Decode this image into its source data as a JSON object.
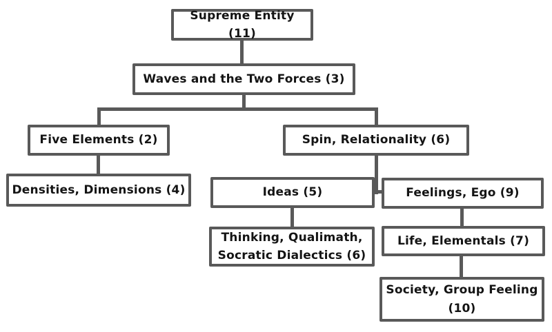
{
  "colors": {
    "line": "#595959",
    "box_border": "#595959",
    "box_fill": "#ffffff",
    "text": "#141414",
    "background": "#ffffff"
  },
  "nodes": {
    "supreme": {
      "label": "Supreme Entity (11)"
    },
    "waves": {
      "label": "Waves and the Two Forces (3)"
    },
    "five": {
      "label": "Five Elements (2)"
    },
    "spin": {
      "label": "Spin, Relationality (6)"
    },
    "densities": {
      "label": "Densities, Dimensions (4)"
    },
    "ideas": {
      "label": "Ideas (5)"
    },
    "feelings": {
      "label": "Feelings, Ego (9)"
    },
    "thinking": {
      "label": "Thinking, Qualimath,\nSocratic Dialectics (6)"
    },
    "life": {
      "label": "Life, Elementals (7)"
    },
    "society": {
      "label": "Society, Group Feeling\n(10)"
    }
  },
  "edges": [
    {
      "from": "supreme",
      "to": "waves"
    },
    {
      "from": "waves",
      "to": "five"
    },
    {
      "from": "waves",
      "to": "spin"
    },
    {
      "from": "five",
      "to": "densities"
    },
    {
      "from": "spin",
      "to": "ideas"
    },
    {
      "from": "spin",
      "to": "feelings"
    },
    {
      "from": "ideas",
      "to": "thinking"
    },
    {
      "from": "feelings",
      "to": "life"
    },
    {
      "from": "life",
      "to": "society"
    }
  ]
}
